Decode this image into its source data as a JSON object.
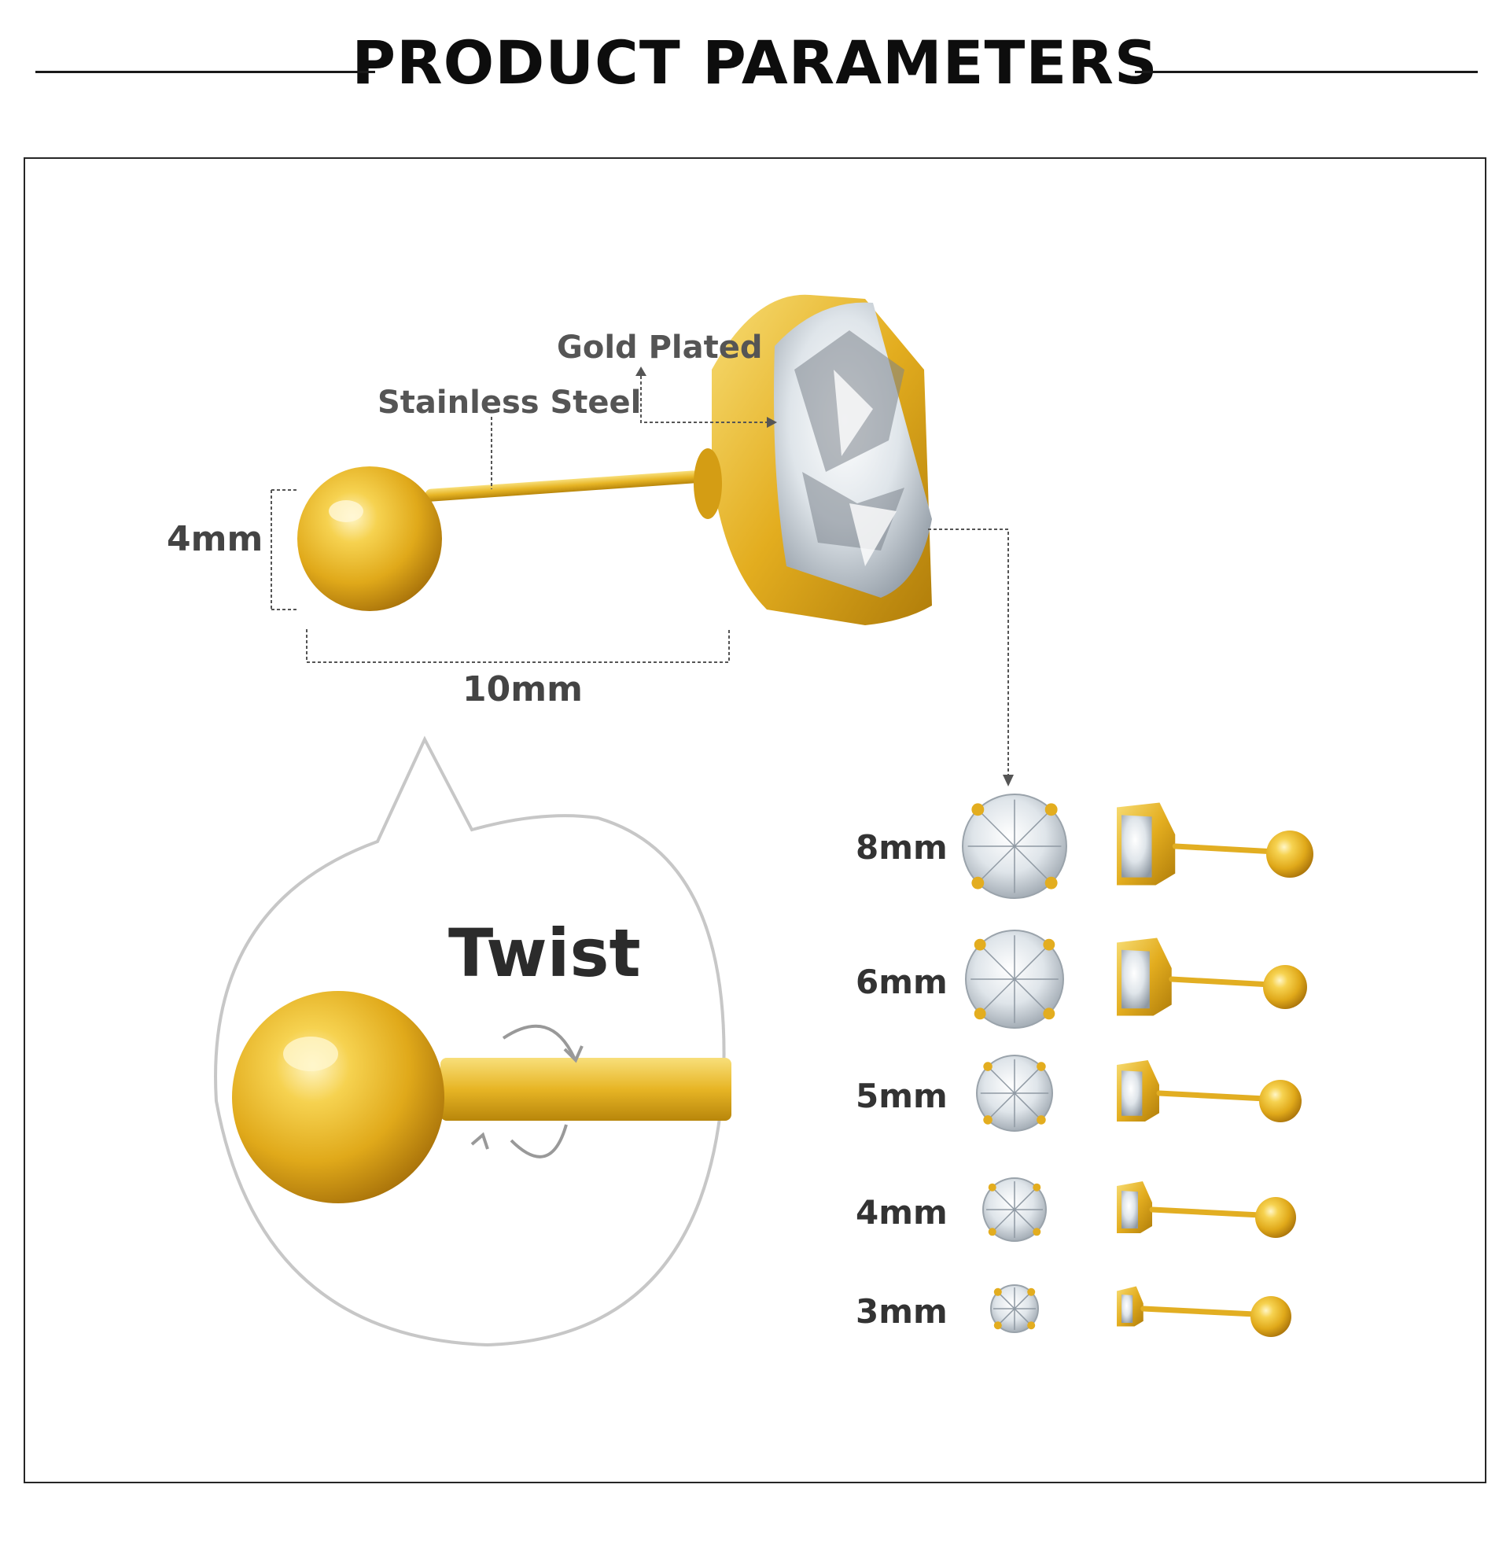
{
  "header": {
    "title": "PRODUCT PARAMETERS"
  },
  "labels": {
    "gold_plated": "Gold Plated",
    "stainless_steel": "Stainless Steel",
    "ball_diameter": "4mm",
    "pin_length": "10mm",
    "twist": "Twist"
  },
  "sizes": [
    "8mm",
    "6mm",
    "5mm",
    "4mm",
    "3mm"
  ],
  "colors": {
    "gold": "#e9b820",
    "gold_dark": "#b8860b",
    "stone": "#dfe5ea",
    "line": "#555555"
  }
}
